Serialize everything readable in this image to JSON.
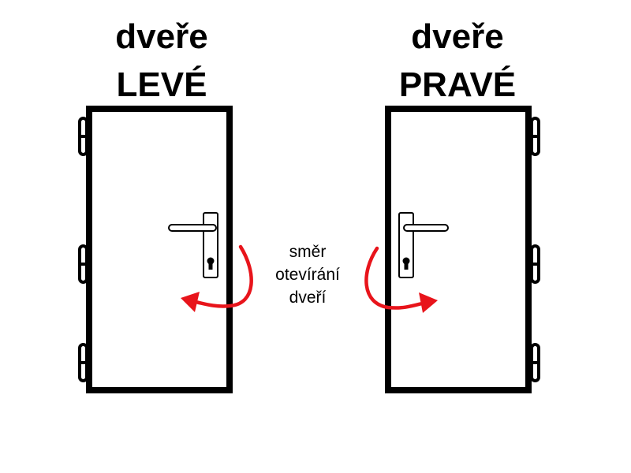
{
  "left_door": {
    "line1": "dveře",
    "line2": "LEVÉ"
  },
  "right_door": {
    "line1": "dveře",
    "line2": "PRAVÉ"
  },
  "caption": {
    "line1": "směr",
    "line2": "otevírání",
    "line3": "dveří"
  },
  "colors": {
    "frame": "#000000",
    "arrow": "#e8141b",
    "background": "#ffffff"
  },
  "icons": [
    "door-hinge-icon",
    "door-handle-icon",
    "keyhole-icon",
    "opening-direction-arrow-icon"
  ]
}
